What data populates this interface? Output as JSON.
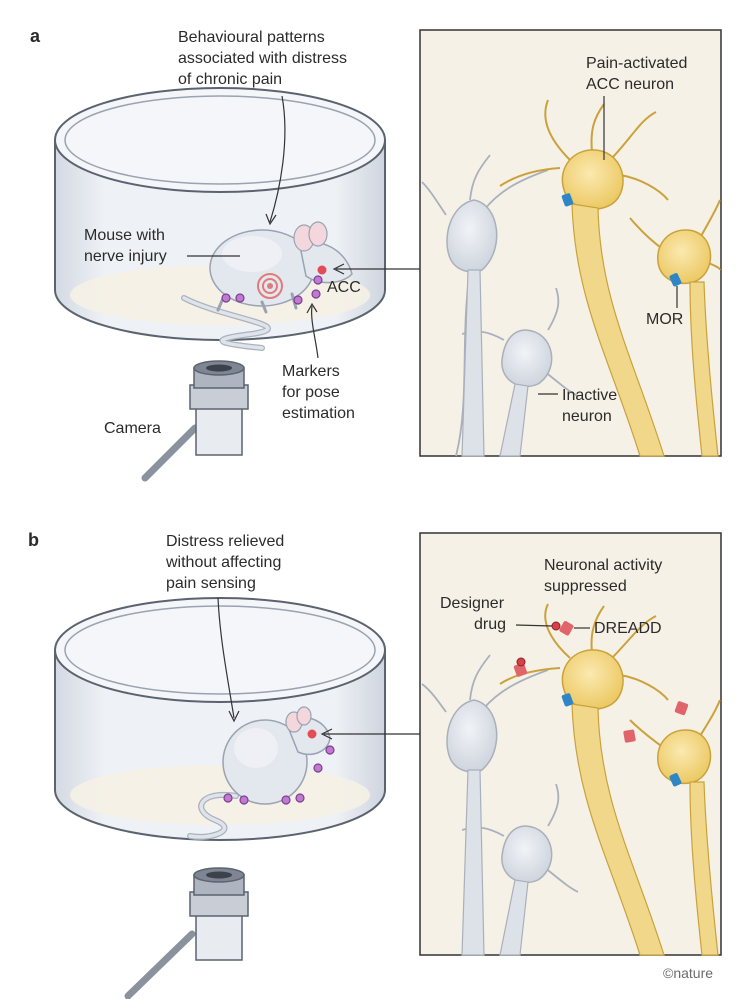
{
  "panel_a": {
    "letter": "a",
    "behaviour_label": [
      "Behavioural patterns",
      "associated with distress",
      "of chronic pain"
    ],
    "mouse_label": [
      "Mouse with",
      "nerve injury"
    ],
    "acc_label": "ACC",
    "markers_label": [
      "Markers",
      "for pose",
      "estimation"
    ],
    "camera_label": "Camera",
    "pain_neuron_label": [
      "Pain-activated",
      "ACC neuron"
    ],
    "mor_label": "MOR",
    "inactive_label": [
      "Inactive",
      "neuron"
    ]
  },
  "panel_b": {
    "letter": "b",
    "relief_label": [
      "Distress relieved",
      "without affecting",
      "pain sensing"
    ],
    "suppressed_label": [
      "Neuronal activity",
      "suppressed"
    ],
    "drug_label": [
      "Designer",
      "drug"
    ],
    "dreadd_label": "DREADD"
  },
  "credit": "©nature",
  "colors": {
    "neuron_active": "#f1d78a",
    "neuron_active_stroke": "#caa23c",
    "neuron_inactive": "#dde1e8",
    "neuron_inactive_stroke": "#a9b0bc",
    "receptor_mor": "#2f86c6",
    "receptor_dreadd": "#e0656b",
    "marker": "#b36ac2",
    "panel_bg": "#f6f1e6"
  }
}
